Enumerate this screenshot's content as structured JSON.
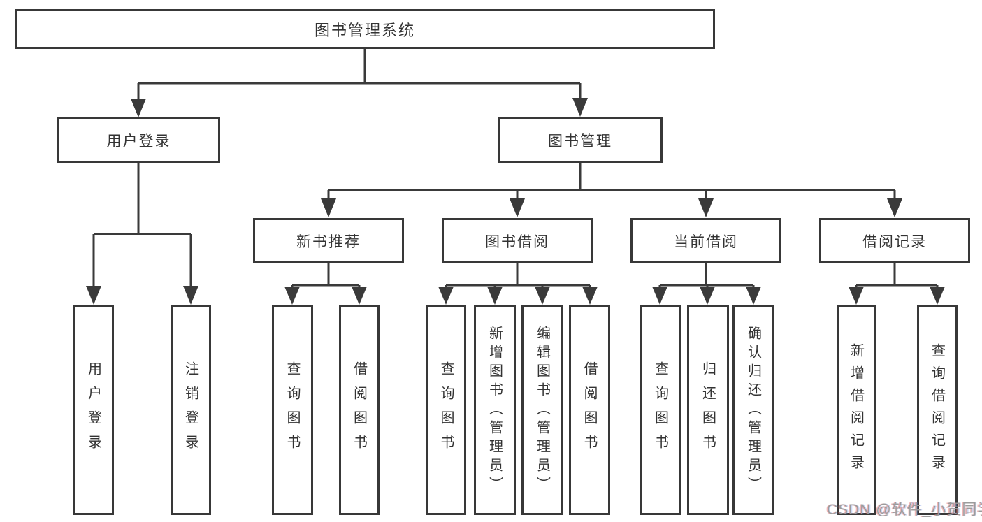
{
  "nodes": {
    "root": "图书管理系统",
    "user_login": "用户登录",
    "book_mgmt": "图书管理",
    "new_book": "新书推荐",
    "book_borrow": "图书借阅",
    "current_borrow": "当前借阅",
    "borrow_record": "借阅记录"
  },
  "leaves": {
    "user_login_1": "用户登录",
    "user_login_2": "注销登录",
    "new_book_1": "查询图书",
    "new_book_2": "借阅图书",
    "book_borrow_1": "查询图书",
    "book_borrow_2": "新增图书（管理员）",
    "book_borrow_3": "编辑图书（管理员）",
    "book_borrow_4": "借阅图书",
    "current_borrow_1": "查询图书",
    "current_borrow_2": "归还图书",
    "current_borrow_3": "确认归还（管理员）",
    "borrow_record_1": "新增借阅记录",
    "borrow_record_2": "查询借阅记录"
  },
  "watermark": "CSDN @软件_小贺同学",
  "colors": {
    "line": "#3a3a3a",
    "text": "#333333",
    "watermark": "#9c9c9c",
    "background": "#ffffff"
  }
}
